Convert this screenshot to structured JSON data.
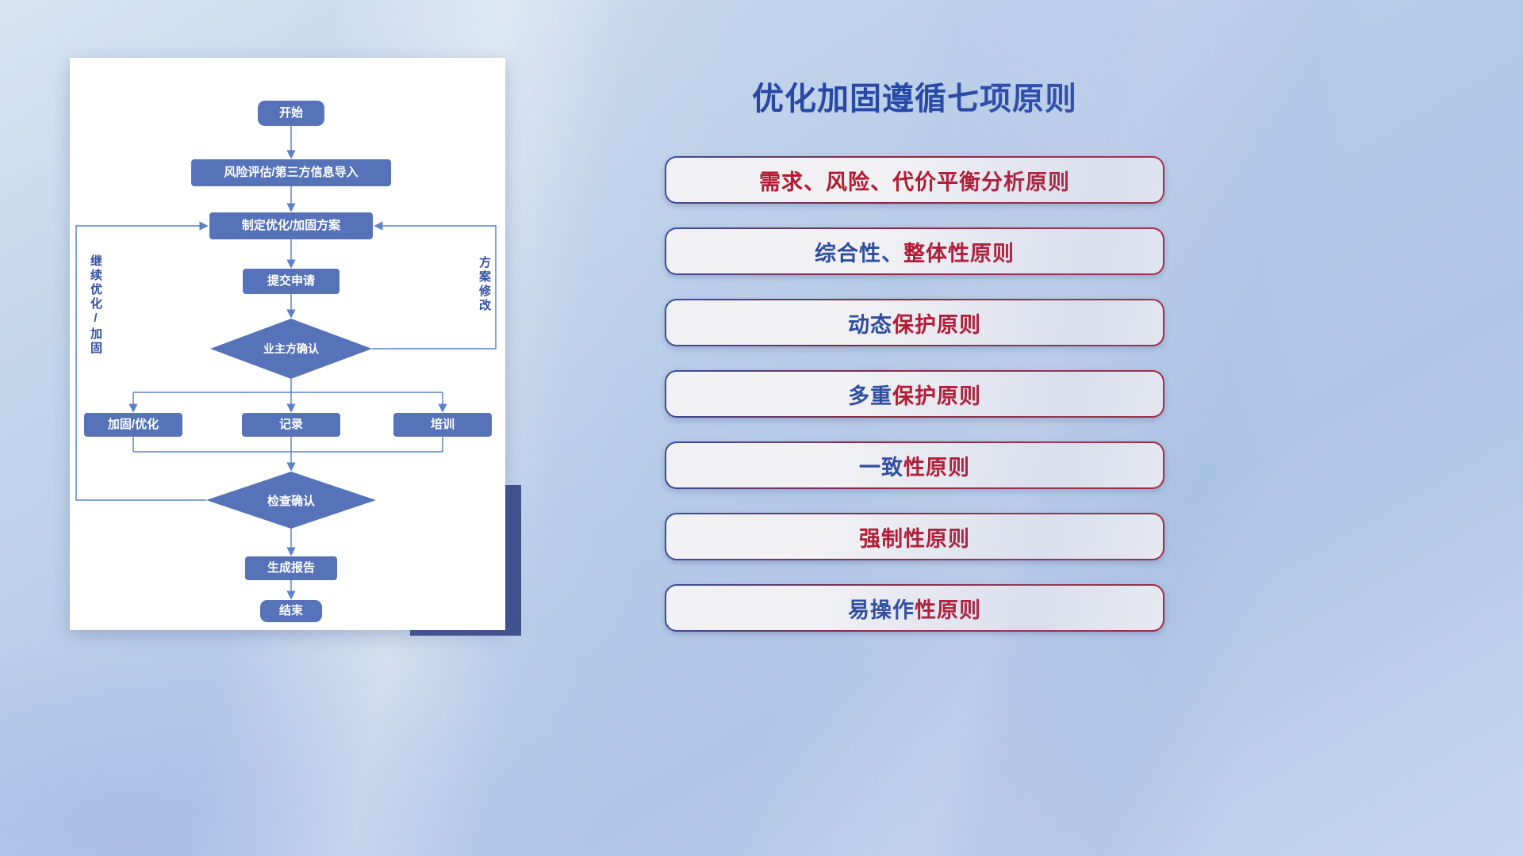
{
  "title": "优化加固遵循七项原则",
  "flowchart": {
    "nodes": {
      "start": "开始",
      "risk_import": "风险评估/第三方信息导入",
      "make_plan": "制定优化/加固方案",
      "submit": "提交申请",
      "owner_confirm": "业主方确认",
      "reinforce": "加固/优化",
      "record": "记录",
      "training": "培训",
      "check_confirm": "检查确认",
      "report": "生成报告",
      "end": "结束"
    },
    "labels": {
      "continue_loop": "继续优化/加固",
      "plan_revision": "方案修改"
    }
  },
  "principles": [
    {
      "blue": "",
      "red": "需求、风险、代价平衡分析原则"
    },
    {
      "blue": "综合性、",
      "red": "整体性原则"
    },
    {
      "blue": "动态",
      "red": "保护原则"
    },
    {
      "blue": "多重",
      "red": "保护原则"
    },
    {
      "blue": "一致",
      "red": "性原则"
    },
    {
      "blue": "",
      "red": "强制性原则"
    },
    {
      "blue": "易操作",
      "red": "性原则"
    }
  ],
  "colors": {
    "title_blue": "#2848A6",
    "principle_red": "#B5182F",
    "principle_blue": "#2F4DA0",
    "node_fill": "#5673BA",
    "connector": "#5B82C8",
    "accent_navy": "#41538F"
  }
}
